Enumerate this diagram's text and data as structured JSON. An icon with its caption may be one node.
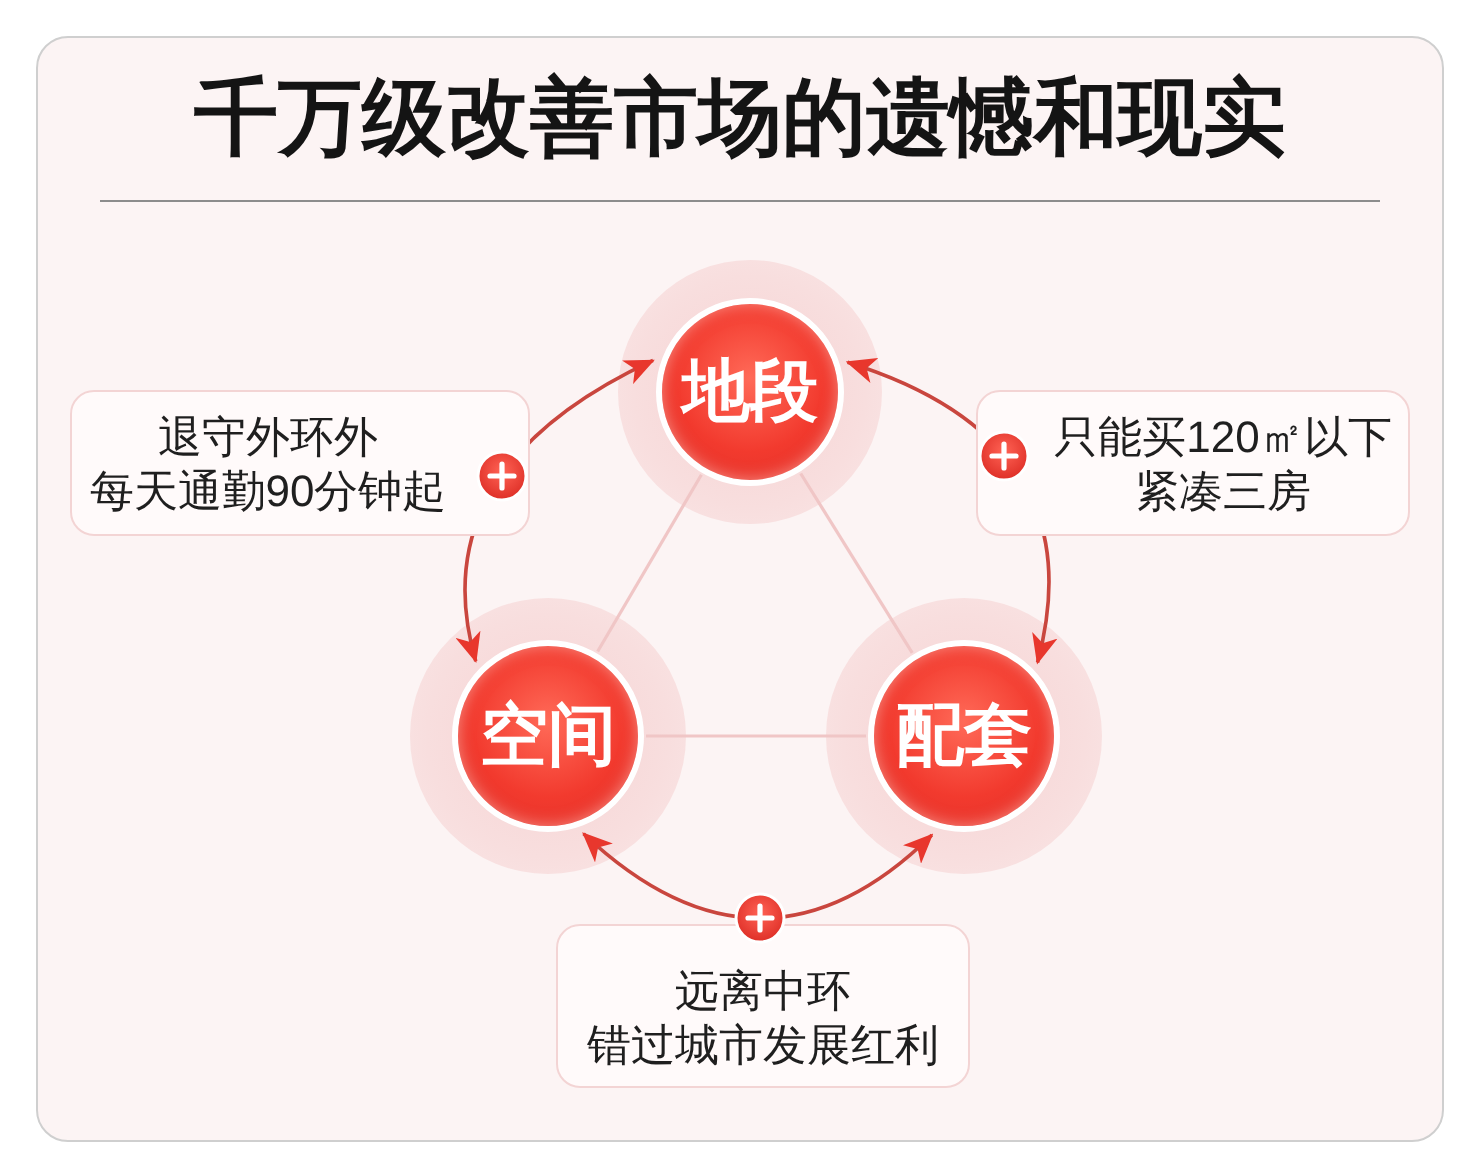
{
  "diagram": {
    "title": "千万级改善市场的遗憾和现实",
    "nodes": [
      {
        "text": [
          "地段"
        ]
      },
      {
        "text": [
          "空间"
        ]
      },
      {
        "text": [
          "配套"
        ]
      }
    ],
    "edges": [
      {
        "from": 0,
        "to": 1,
        "arrow": "both",
        "label": "退守外环外每天通勤90分钟起"
      },
      {
        "from": 0,
        "to": 2,
        "arrow": "both",
        "label": "只能买120㎡以下紧凑三房"
      },
      {
        "from": 1,
        "to": 2,
        "arrow": "both",
        "label": "远离中环错过城市发展红利"
      },
      {
        "from": 0,
        "to": 1,
        "arrow": "none",
        "color": "#f0c6c6"
      },
      {
        "from": 0,
        "to": 2,
        "arrow": "none",
        "color": "#f0c6c6"
      },
      {
        "from": 1,
        "to": 2,
        "arrow": "none",
        "color": "#f0c6c6"
      }
    ]
  }
}
